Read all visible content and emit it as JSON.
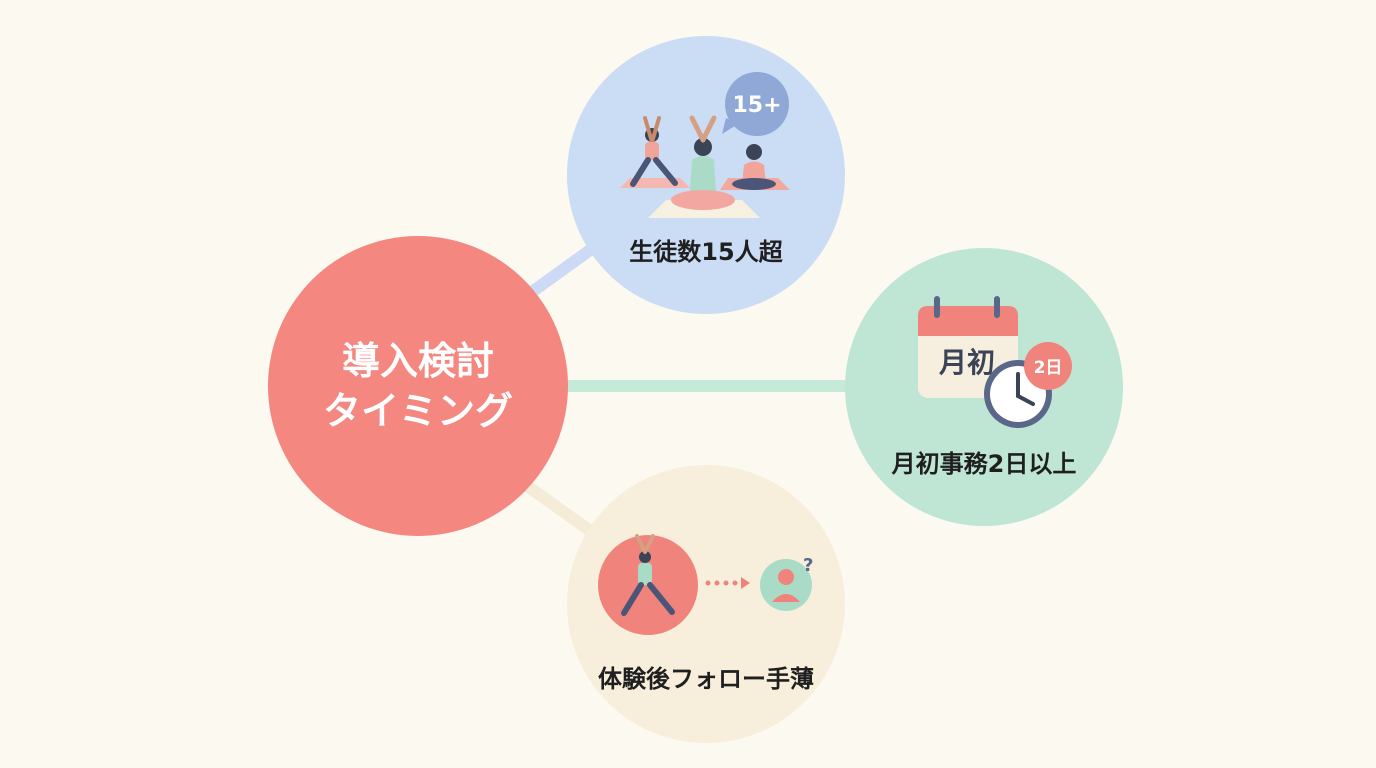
{
  "hub": {
    "line1": "導入検討",
    "line2": "タイミング",
    "color": "#f4877f"
  },
  "nodes": {
    "students": {
      "label": "生徒数15人超",
      "badge": "15+",
      "color": "#cbdcf5",
      "badge_color": "#8fa8d6",
      "link_color": "#cddaf6"
    },
    "office": {
      "label": "月初事務2日以上",
      "calendar_text": "月初",
      "badge": "2日",
      "color": "#bfe6d5",
      "badge_color": "#f0837b",
      "link_color": "#c5ead9"
    },
    "followup": {
      "label": "体験後フォロー手薄",
      "color": "#f7efdc",
      "link_color": "#f4ecd6"
    }
  },
  "icons": {
    "students": "yoga-class-icon",
    "office": "calendar-clock-icon",
    "followup": "yoga-to-person-question-icon"
  }
}
